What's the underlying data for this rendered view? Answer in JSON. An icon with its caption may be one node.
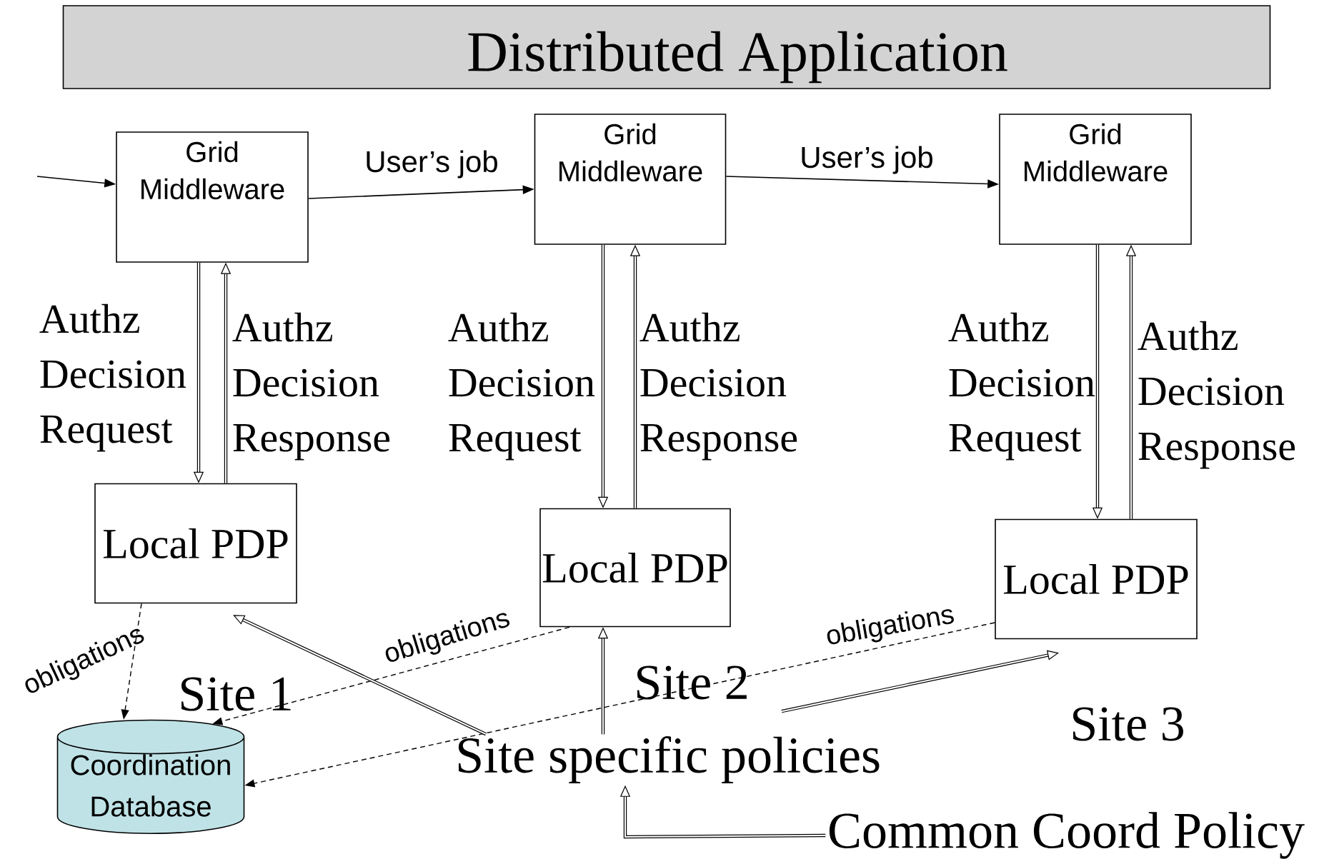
{
  "diagram": {
    "nodes": [
      {
        "text": [
          "Distributed Application"
        ]
      },
      {
        "text": [
          "Grid Middleware"
        ]
      },
      {
        "text": [
          "Grid Middleware"
        ]
      },
      {
        "text": [
          "Grid Middleware"
        ]
      },
      {
        "text": [
          "Local PDP"
        ]
      },
      {
        "text": [
          "Local PDP"
        ]
      },
      {
        "text": [
          "Local PDP"
        ]
      },
      {
        "text": [
          "Coordination Database"
        ]
      },
      {
        "text": [
          "Site specific policies"
        ]
      },
      {
        "text": [
          "Common Coord Policy"
        ]
      }
    ],
    "edges": [
      {
        "from": null,
        "to": 1,
        "arrow": "to"
      },
      {
        "from": 1,
        "to": 2,
        "arrow": "to",
        "label": "User’s job"
      },
      {
        "from": 2,
        "to": 3,
        "arrow": "to",
        "label": "User’s job"
      },
      {
        "from": 1,
        "to": 4,
        "arrow": "to",
        "label": "Authz Decision Request"
      },
      {
        "from": 4,
        "to": 1,
        "arrow": "to",
        "label": "Authz Decision Response"
      },
      {
        "from": 2,
        "to": 5,
        "arrow": "to",
        "label": "Authz Decision Request"
      },
      {
        "from": 5,
        "to": 2,
        "arrow": "to",
        "label": "Authz Decision Response"
      },
      {
        "from": 3,
        "to": 6,
        "arrow": "to",
        "label": "Authz Decision Request"
      },
      {
        "from": 6,
        "to": 3,
        "arrow": "to",
        "label": "Authz Decision Response"
      },
      {
        "from": 4,
        "to": 7,
        "arrow": "to",
        "style": "dashed",
        "label": "obligations"
      },
      {
        "from": 5,
        "to": 7,
        "arrow": "to",
        "style": "dashed",
        "label": "obligations"
      },
      {
        "from": 6,
        "to": 7,
        "arrow": "to",
        "style": "dashed",
        "label": "obligations"
      },
      {
        "from": 8,
        "to": 4,
        "arrow": "to"
      },
      {
        "from": 8,
        "to": 5,
        "arrow": "to"
      },
      {
        "from": 8,
        "to": 6,
        "arrow": "to"
      },
      {
        "from": 9,
        "to": 8,
        "arrow": "to"
      }
    ],
    "labels": [
      "Site 1",
      "Site 2",
      "Site 3"
    ]
  }
}
